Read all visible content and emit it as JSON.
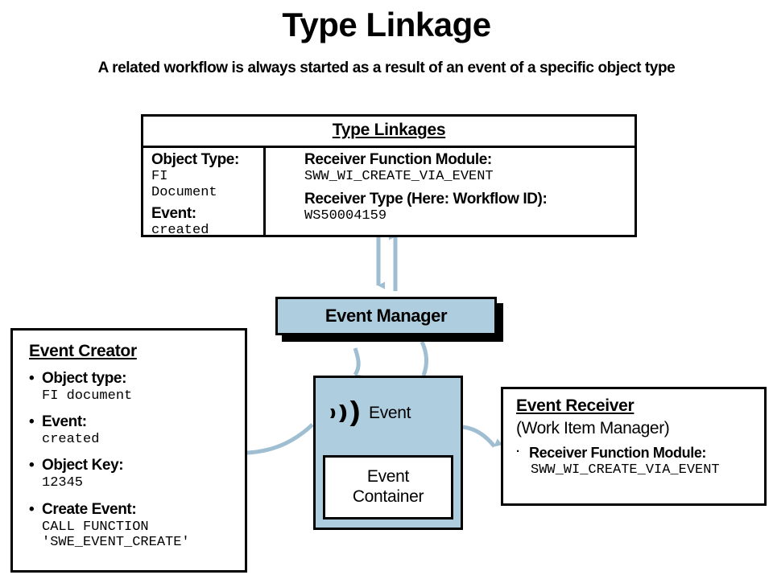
{
  "page": {
    "title": "Type Linkage",
    "subtitle": "A related workflow is always started as a result of an event of a specific object type"
  },
  "colors": {
    "fill_blue": "#aecddf",
    "connector_blue": "#9fbed2",
    "outline_black": "#000000",
    "background": "#ffffff"
  },
  "type_linkages": {
    "header": "Type Linkages",
    "left_column": {
      "object_type_label": "Object Type:",
      "object_type_value_line1": "FI",
      "object_type_value_line2": "Document",
      "event_label": "Event:",
      "event_value": "created"
    },
    "right_column": {
      "receiver_function_module_label": "Receiver Function Module:",
      "receiver_function_module_value": "SWW_WI_CREATE_VIA_EVENT",
      "receiver_type_label": "Receiver Type (Here: Workflow ID):",
      "receiver_type_value": "WS50004159"
    }
  },
  "event_manager": {
    "label": "Event Manager"
  },
  "event_box": {
    "icon": "broadcast-signal-icon",
    "label": "Event",
    "container_line1": "Event",
    "container_line2": "Container"
  },
  "event_creator": {
    "title": "Event Creator",
    "bullet_char": "•",
    "items": [
      {
        "label": "Object type:",
        "values": [
          "FI document"
        ]
      },
      {
        "label": "Event:",
        "values": [
          "created"
        ]
      },
      {
        "label": "Object Key:",
        "values": [
          " 12345"
        ]
      },
      {
        "label": "Create Event:",
        "values": [
          "CALL FUNCTION",
          "'SWE_EVENT_CREATE'"
        ]
      }
    ]
  },
  "event_receiver": {
    "title": "Event Receiver",
    "subtitle": "(Work Item Manager)",
    "bullet_char": "·",
    "item_label": "Receiver Function Module:",
    "item_value": "SWW_WI_CREATE_VIA_EVENT"
  },
  "connectors": [
    {
      "name": "arrow-table-to-event-manager-down",
      "direction": "down"
    },
    {
      "name": "arrow-event-manager-to-table-up",
      "direction": "up"
    },
    {
      "name": "arrow-event-creator-to-event",
      "direction": "curve-right-up"
    },
    {
      "name": "arrow-event-to-event-manager",
      "direction": "curve-up"
    },
    {
      "name": "arrow-event-manager-to-event",
      "direction": "curve-down"
    },
    {
      "name": "arrow-event-to-event-receiver",
      "direction": "curve-right-down"
    }
  ]
}
